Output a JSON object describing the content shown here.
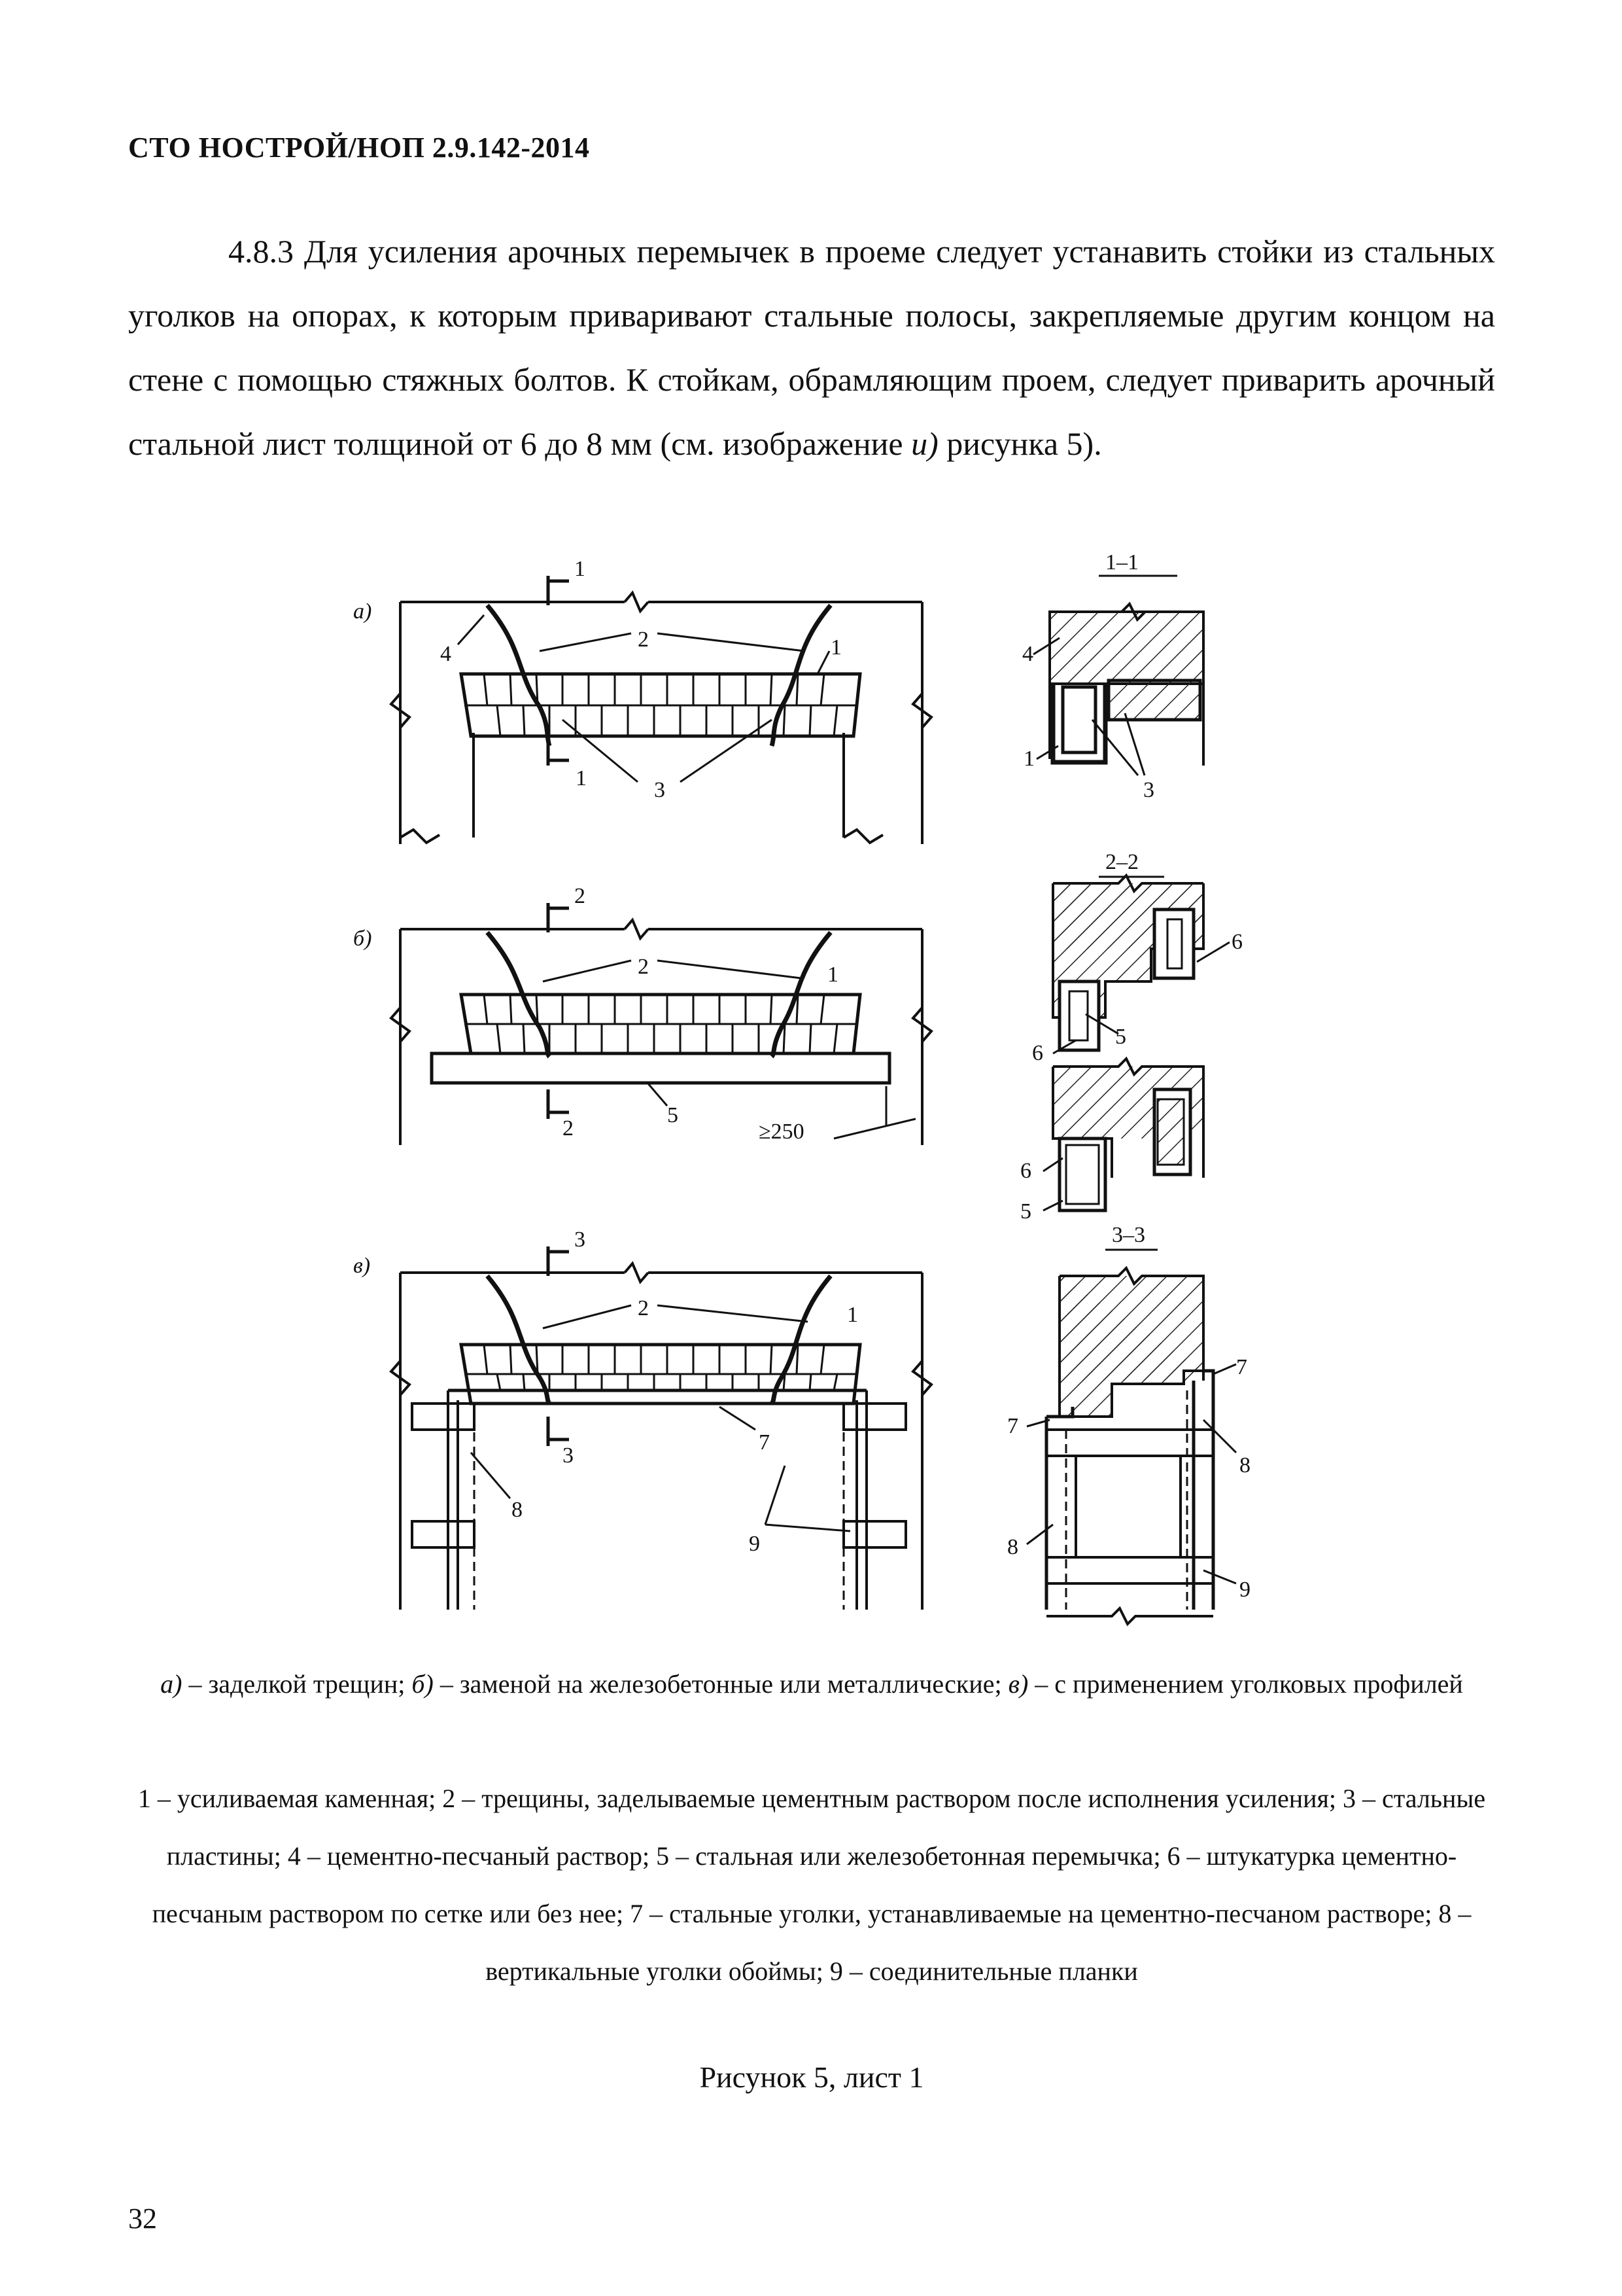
{
  "header": {
    "doc_code": "СТО НОСТРОЙ/НОП 2.9.142-2014"
  },
  "paragraph": {
    "text_before": "4.8.3 Для усиления арочных перемычек в проеме следует устанавить стойки из стальных уголков на опорах, к которым приваривают стальные полосы, закрепляемые другим концом на стене с помощью стяжных болтов. К стойкам, обрамляющим проем, следует приварить арочный стальной лист толщиной от 6 до 8 мм (см. изображение ",
    "italic_ref": "и)",
    "text_after": " рисунка 5)."
  },
  "figure": {
    "panel_labels": [
      "а)",
      "б)",
      "в)"
    ],
    "section_labels": [
      "1–1",
      "2–2",
      "3–3"
    ],
    "section_marks": [
      "1",
      "2",
      "3"
    ],
    "dimension": "≥250",
    "callouts": {
      "a": [
        "4",
        "2",
        "1",
        "1",
        "3",
        "4",
        "1",
        "3"
      ],
      "b": [
        "2",
        "1",
        "5",
        "6",
        "6",
        "5",
        "6",
        "5"
      ],
      "c": [
        "2",
        "1",
        "7",
        "8",
        "9",
        "7",
        "7",
        "8",
        "8",
        "9"
      ]
    }
  },
  "caption": {
    "variants": [
      {
        "key": "а)",
        "text": " – заделкой трещин; "
      },
      {
        "key": "б)",
        "text": " – заменой на железобетонные или металлические; "
      },
      {
        "key": "в)",
        "text": " – с применением уголковых профилей"
      }
    ],
    "legend": "1 – усиливаемая каменная; 2 – трещины, заделываемые цементным раствором после исполнения усиления; 3 – стальные пластины; 4 – цементно-песчаный раствор; 5 – стальная или железобетонная перемычка; 6 – штукатурка цементно-песчаным раствором по сетке или без нее; 7 – стальные уголки, устанавливаемые на цементно-песчаном растворе; 8 – вертикальные уголки обоймы; 9 – соединительные планки",
    "figure_title": "Рисунок 5, лист 1"
  },
  "page_number": "32",
  "colors": {
    "ink": "#111111",
    "paper": "#ffffff"
  }
}
